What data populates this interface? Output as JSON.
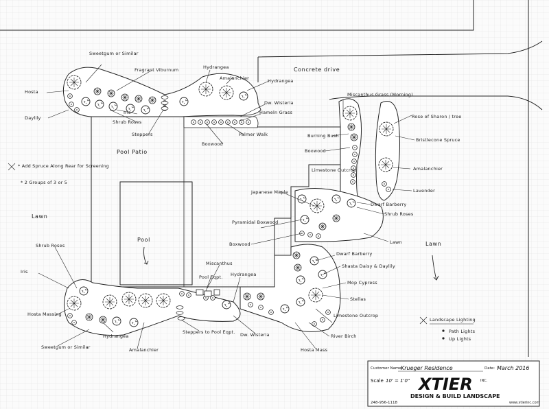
{
  "labels": {
    "hosta": "Hosta",
    "daylily": "Daylily",
    "sweetgum": "Sweetgum or Similar",
    "fragrant_viburnum": "Fragrant Viburnum",
    "hydrangea_1": "Hydrangea",
    "amalanchier_1": "Amalanchier",
    "hydrangea_2": "Hydrangea",
    "dw_wisteria": "Dw. Wisteria",
    "hameln_grass": "Hameln Grass",
    "palmer_walk": "Palmer Walk",
    "boxwood_1": "Boxwood",
    "iris_1": "Iris",
    "shrub_roses_1": "Shrub Roses",
    "steppers": "Steppers",
    "concrete_drive": "Concrete drive",
    "miscanthus": "Miscanthus Grass (Morning)",
    "rose_of_sharon": "Rose of Sharon / tree",
    "burning_bush": "Burning Bush",
    "boxwood_2": "Boxwood",
    "bristlecone": "Bristlecone Spruce",
    "limestone_outcrop_1": "Limestone Outcrop",
    "amalanchier_2": "Amalanchier",
    "lavender": "Lavender",
    "japanese_maple": "Japanese Maple",
    "dwarf_barberry_1": "Dwarf Barberry",
    "shrub_roses_2": "Shrub Roses",
    "pyramidal_boxwood": "Pyramidal Boxwood",
    "boxwood_3": "Boxwood",
    "lawn_1": "Lawn",
    "dwarf_barberry_2": "Dwarf Barberry",
    "shasta_daisy": "Shasta Daisy & Daylily",
    "lawn_2": "Lawn",
    "mop_cypress": "Mop Cypress",
    "stellas": "Stellas",
    "limestone_outcrop_2": "Limestone Outcrop",
    "river_birch": "River Birch",
    "hosta_mass": "Hosta Mass",
    "lawn_left": "Lawn",
    "pool_patio": "Pool Patio",
    "pool": "Pool",
    "shrub_roses_3": "Shrub Roses",
    "iris_2": "Iris",
    "hosta_massing": "Hosta Massing",
    "sweetgum_2": "Sweetgum or Similar",
    "hydrangea_3": "Hydrangea",
    "amalanchier_3": "Amalanchier",
    "miscanthus_2": "Miscanthus",
    "pool_eqpt": "Pool Eqpt.",
    "hydrangea_4": "Hydrangea",
    "steppers_to_pool": "Steppers to Pool Eqpt.",
    "dw_wisteria_2": "Dw. Wisteria",
    "spruce_note_1": "* Add Spruce Along Rear for Screening",
    "spruce_note_2": "* 2 Groups of 3 or 5"
  },
  "legend": {
    "title": "Landscape Lighting",
    "item1": "Path Lights",
    "item2": "Up Lights"
  },
  "title_block": {
    "customer_label": "Customer Name:",
    "customer_value": "Krueger Residence",
    "date_label": "Date:",
    "date_value": "March 2016",
    "scale_label": "Scale",
    "scale_value": "10' = 1'0\"",
    "logo": "XTIER",
    "logo_suffix": "INC.",
    "tagline": "DESIGN & BUILD LANDSCAPE",
    "phone": "248-956-1118",
    "website": "www.xtierinc.com"
  }
}
